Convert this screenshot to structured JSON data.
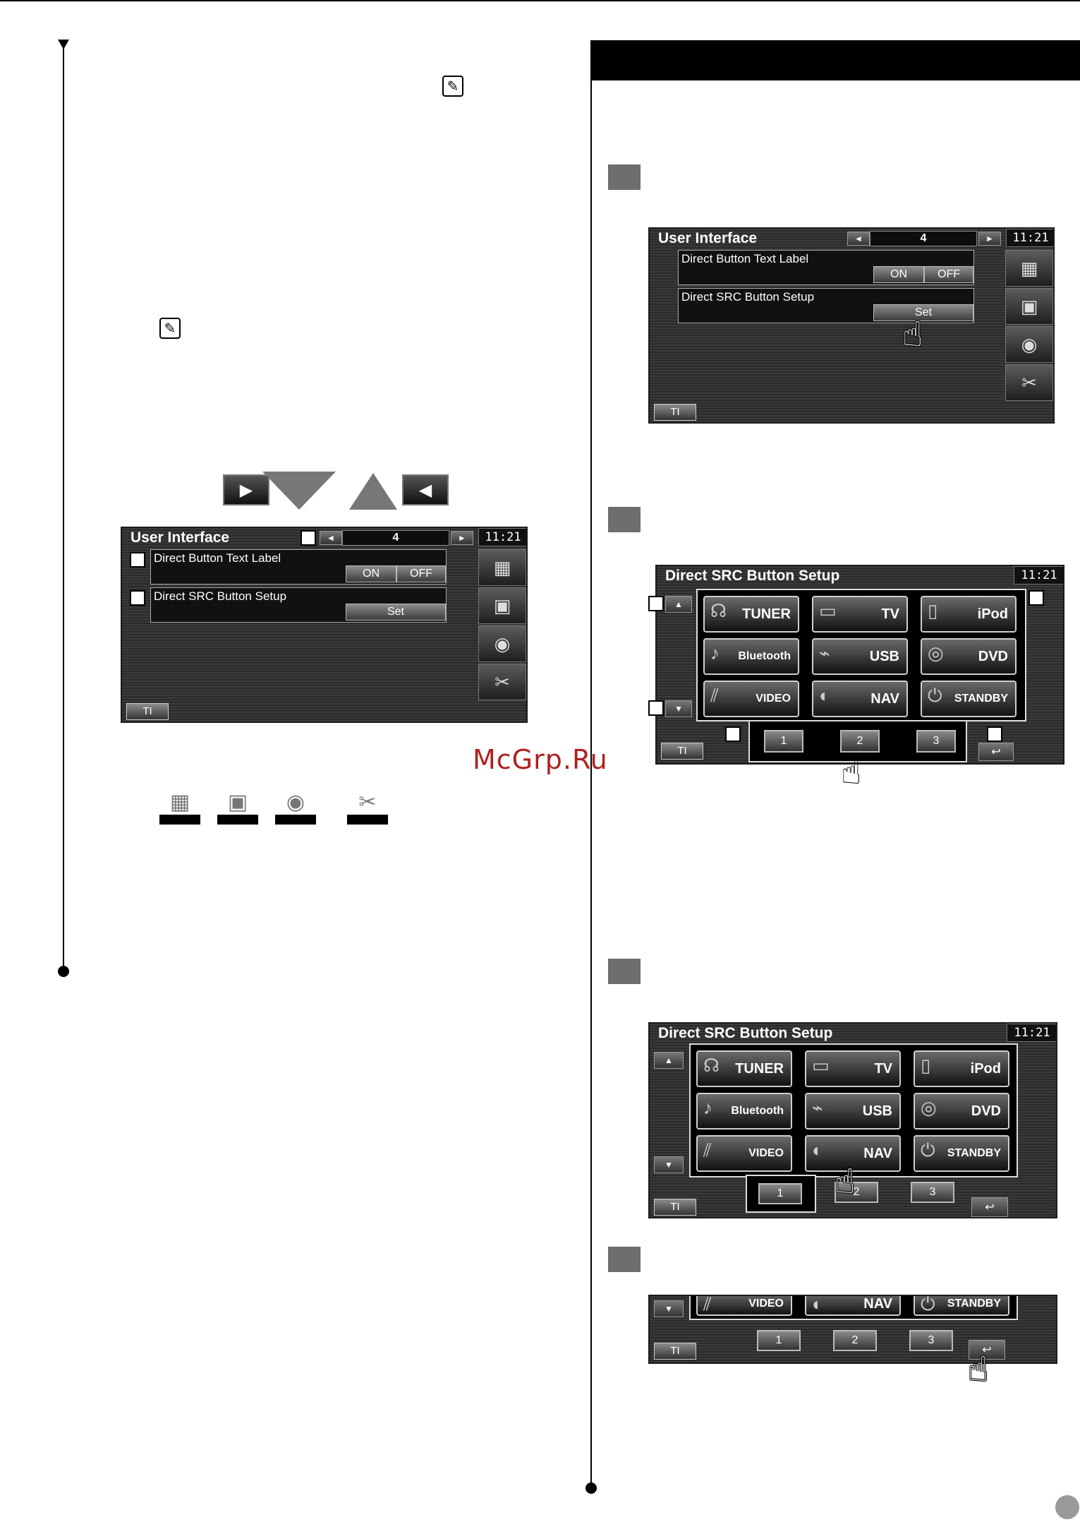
{
  "watermark": "McGrp.Ru",
  "icons": {
    "wrench": "wrench-icon",
    "pager_prev": "◄",
    "pager_next": "►",
    "up": "▲",
    "down": "▼",
    "return": "↩",
    "hand": "☝",
    "right_arrow": "▶",
    "left_arrow": "◀"
  },
  "ui_screen": {
    "title": "User Interface",
    "page": "4",
    "clock": "11:21",
    "row1_label": "Direct Button Text Label",
    "row1_on": "ON",
    "row1_off": "OFF",
    "row2_label": "Direct SRC Button Setup",
    "row2_set": "Set",
    "ti": "TI"
  },
  "src_screen": {
    "title": "Direct SRC Button Setup",
    "clock": "11:21",
    "buttons": [
      "TUNER",
      "TV",
      "iPod",
      "Bluetooth",
      "USB",
      "DVD",
      "VIDEO",
      "NAV",
      "STANDBY"
    ],
    "numbers": [
      "1",
      "2",
      "3"
    ],
    "ti": "TI"
  }
}
